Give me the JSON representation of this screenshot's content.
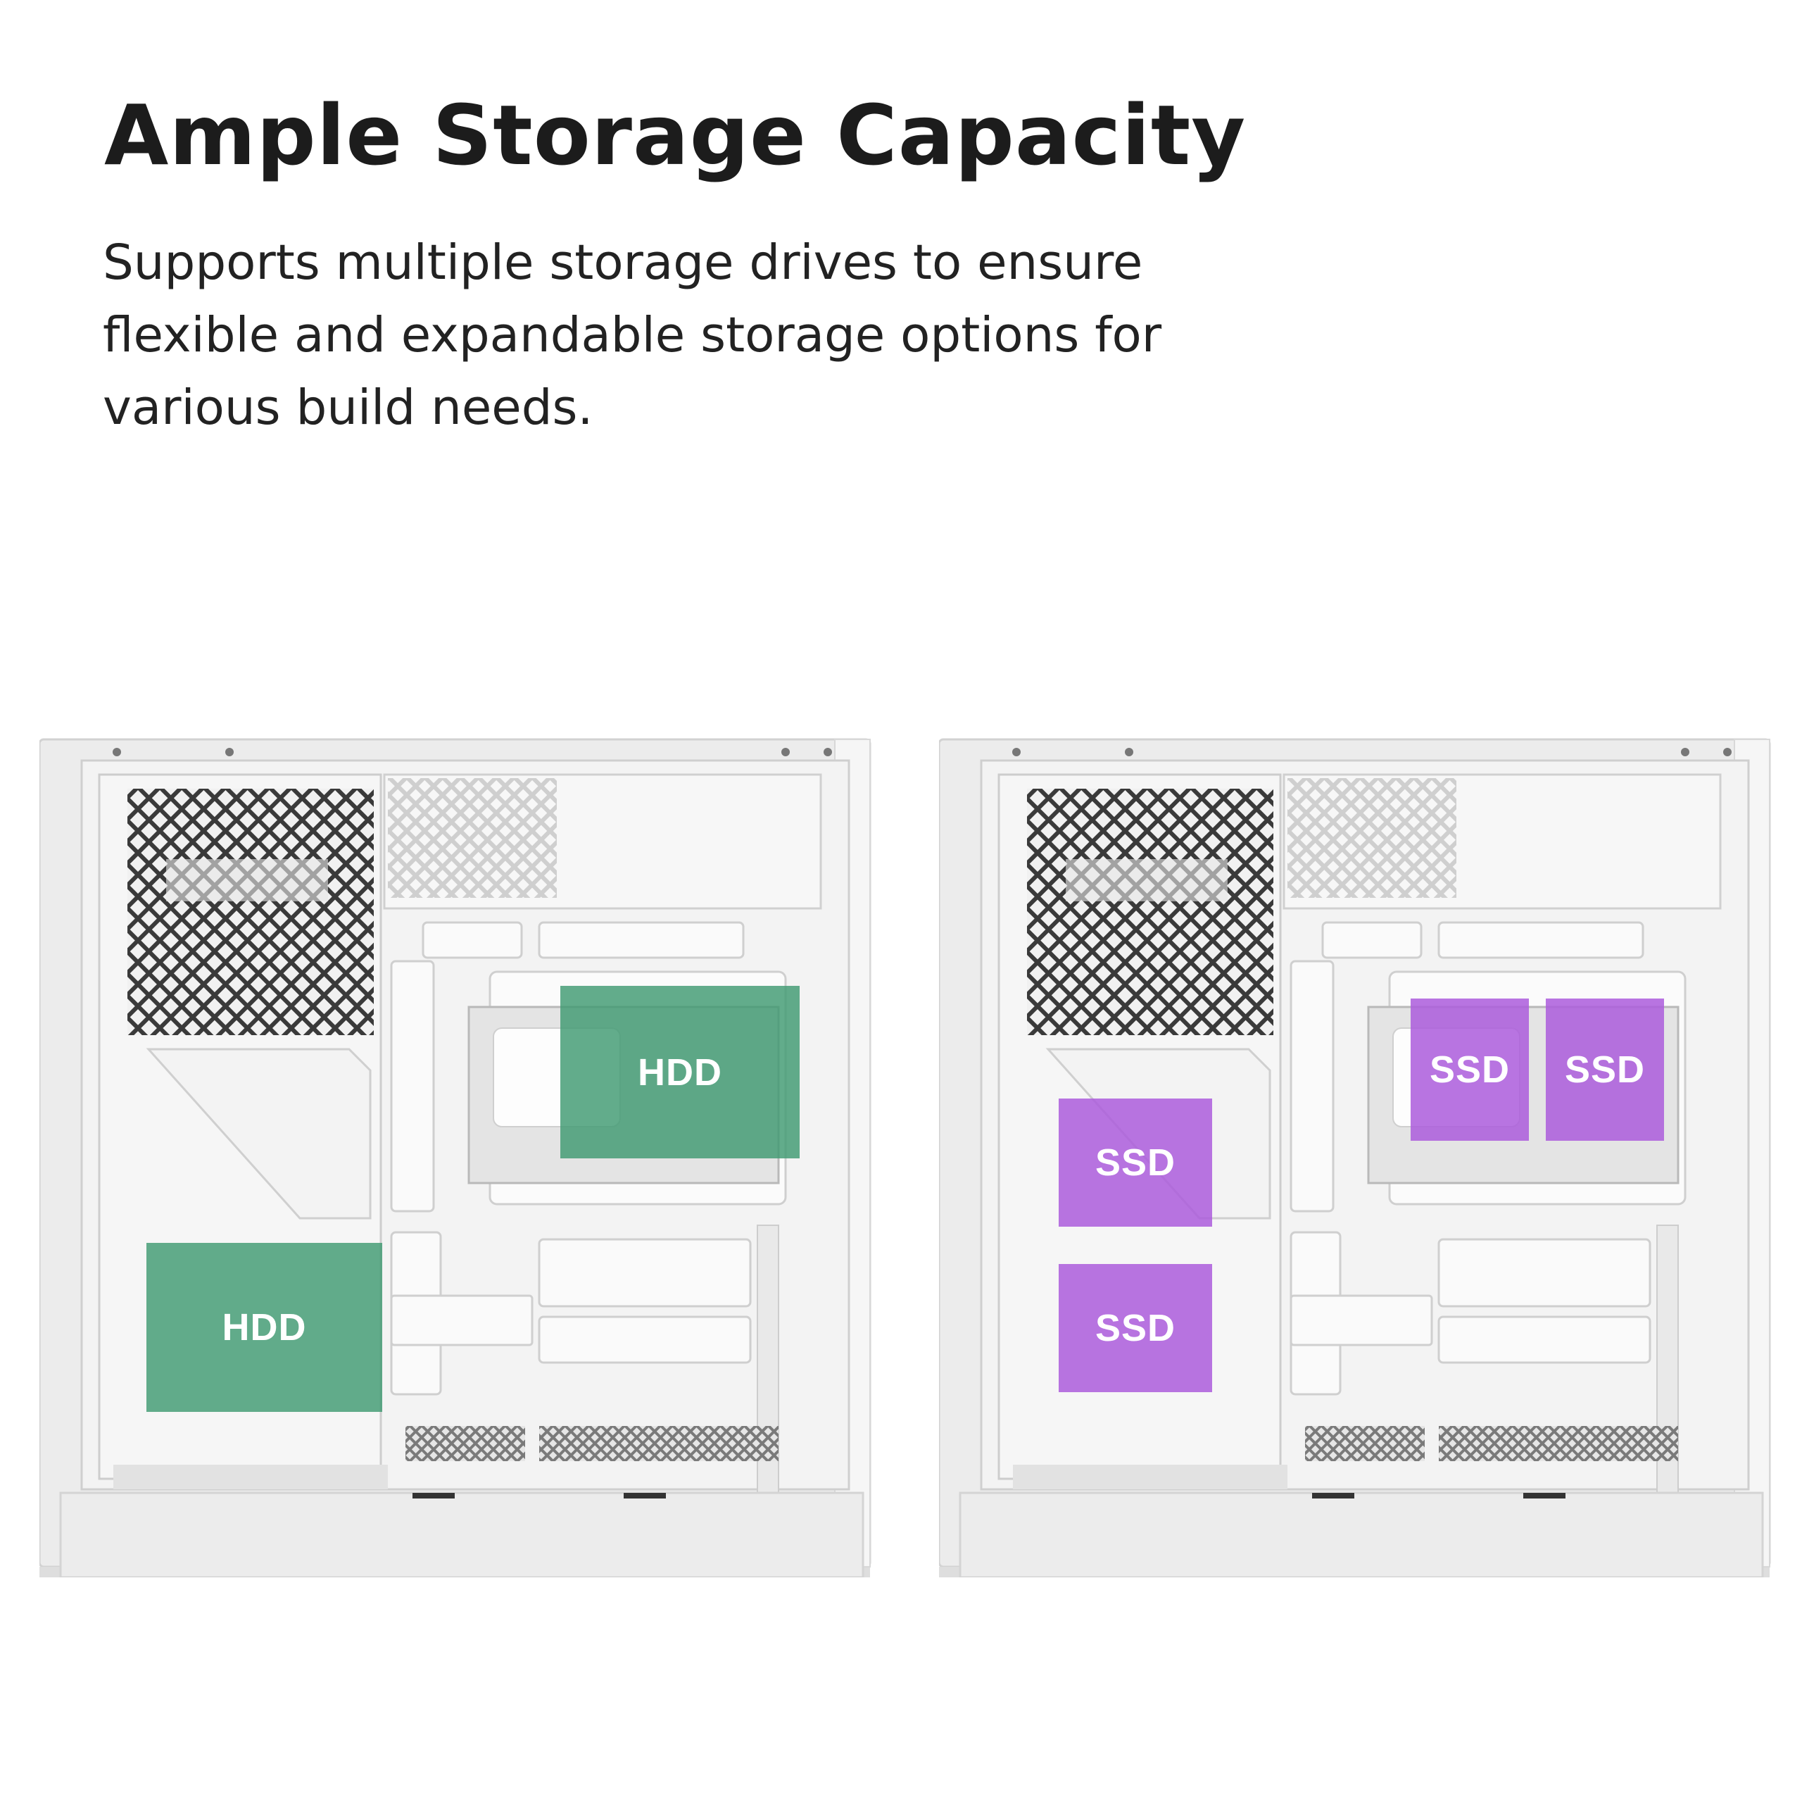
{
  "headline": "Ample Storage Capacity",
  "description_lines": [
    "Supports multiple storage drives to ensure",
    "flexible and expandable storage options for",
    "various build needs."
  ],
  "left_case": {
    "labels": [
      "HDD",
      "HDD"
    ],
    "color": "#409a72"
  },
  "right_case": {
    "labels": [
      "SSD",
      "SSD",
      "SSD",
      "SSD"
    ],
    "color": "#ac5cdc"
  }
}
